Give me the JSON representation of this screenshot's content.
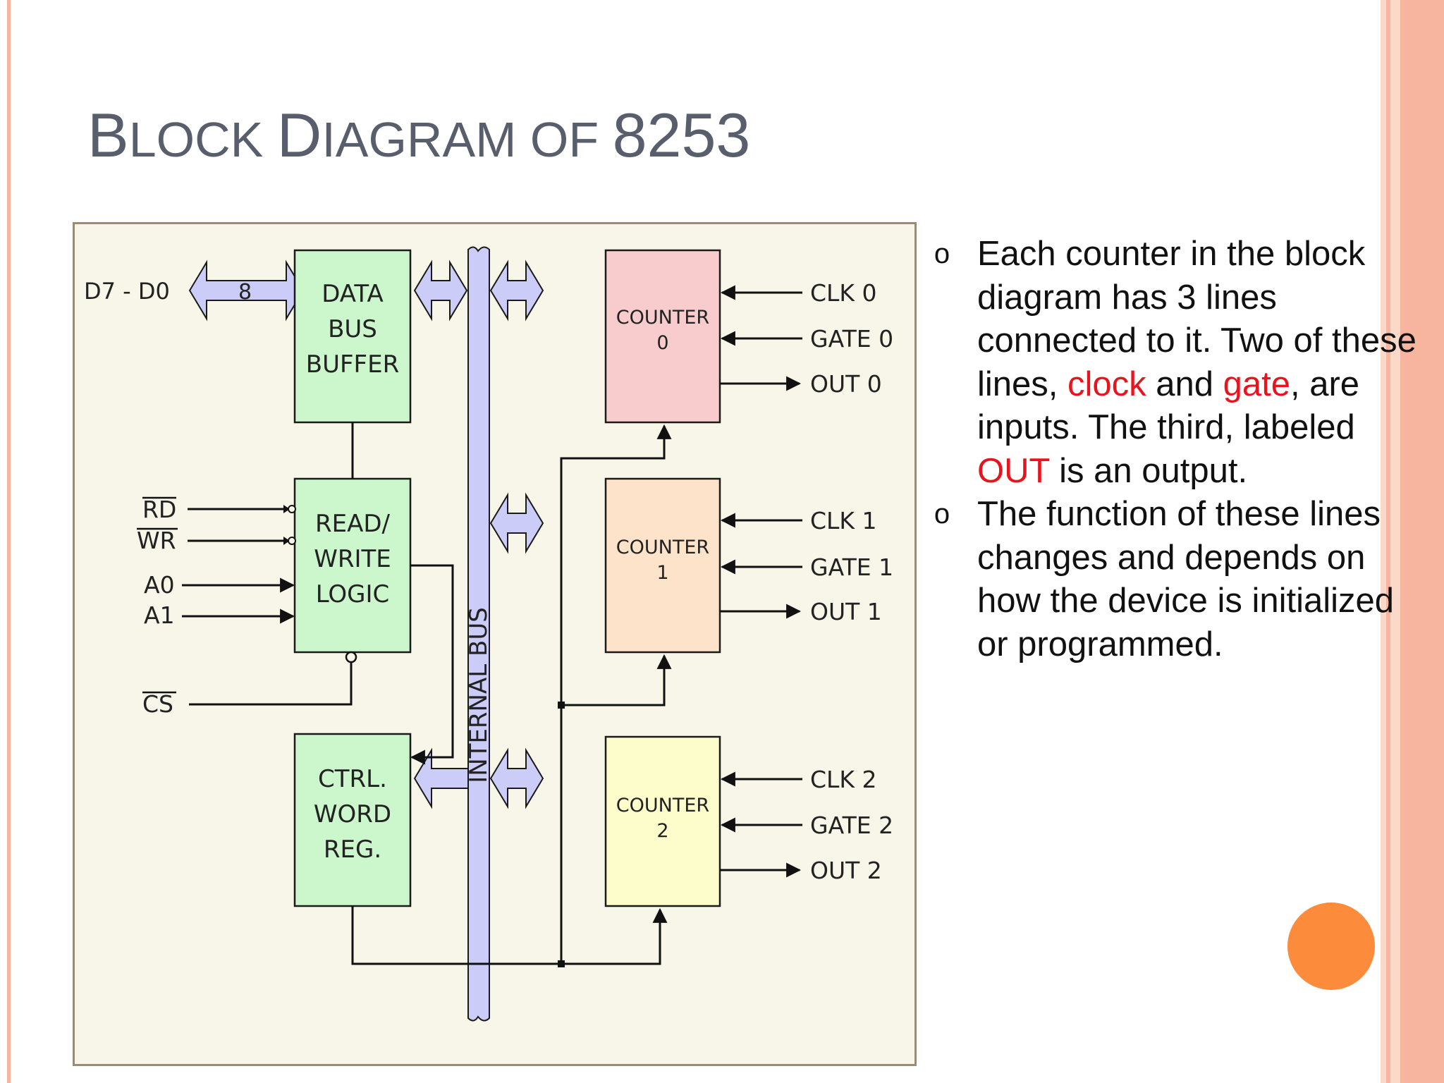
{
  "slide": {
    "title": {
      "first": "B",
      "rest1": "LOCK ",
      "second": "D",
      "rest2": "IAGRAM OF ",
      "num": "8253"
    },
    "colors": {
      "title": "#595e6c",
      "border_stripes": [
        "#fbd9c9",
        "#f7b49f",
        "#fbd9c9",
        "#f7b49f"
      ],
      "accent_circle": "#fc8b3c",
      "highlight": "#e8131d"
    },
    "bullets": [
      {
        "marker": "o",
        "parts": [
          "Each counter in the block diagram has 3 lines connected to it. Two of these lines, ",
          "clock",
          " and ",
          "gate",
          ", are inputs. The third, labeled ",
          "OUT",
          " is an output."
        ]
      },
      {
        "marker": "o",
        "text": "The function of these lines changes and depends on how the device is initialized or programmed."
      }
    ]
  },
  "diagram": {
    "data_bus_label": "D7 - D0",
    "bus_width": "8",
    "internal_bus": "INTERNAL BUS",
    "blocks": {
      "data_bus_buffer": [
        "DATA",
        "BUS",
        "BUFFER"
      ],
      "read_write_logic": [
        "READ/",
        "WRITE",
        "LOGIC"
      ],
      "ctrl_word_reg": [
        "CTRL.",
        "WORD",
        "REG."
      ],
      "counter0": [
        "COUNTER",
        "0"
      ],
      "counter1": [
        "COUNTER",
        "1"
      ],
      "counter2": [
        "COUNTER",
        "2"
      ]
    },
    "block_colors": {
      "green": "#ccf6cc",
      "counter0": "#f8cccc",
      "counter1": "#fce3c9",
      "counter2": "#fdfccb",
      "bus": "#ccccf8"
    },
    "control_inputs": {
      "rd": "RD",
      "wr": "WR",
      "a0": "A0",
      "a1": "A1",
      "cs": "CS"
    },
    "counter_signals": [
      {
        "clk": "CLK 0",
        "gate": "GATE 0",
        "out": "OUT 0"
      },
      {
        "clk": "CLK 1",
        "gate": "GATE 1",
        "out": "OUT 1"
      },
      {
        "clk": "CLK 2",
        "gate": "GATE 2",
        "out": "OUT 2"
      }
    ]
  }
}
